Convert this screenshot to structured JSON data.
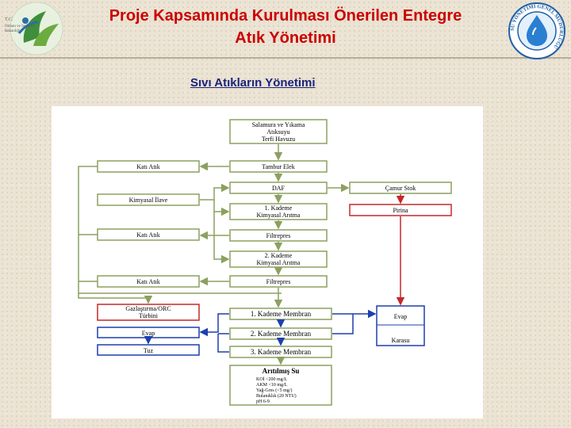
{
  "header": {
    "title_line1": "Proje Kapsamında Kurulması Önerilen Entegre",
    "title_line2": "Atık Yönetimi",
    "left_logo_text": [
      "T.C.",
      "Orman ve Su İşleri",
      "Bakanlığı"
    ],
    "right_logo_text": "SU YÖNETİMİ GENEL MÜDÜRLÜĞÜ"
  },
  "subtitle": "Sıvı Atıkların Yönetimi",
  "diagram": {
    "main": {
      "source": [
        "Salamura ve Yıkama",
        "Atıksuyu",
        "Terfi Havuzu"
      ],
      "tambur": "Tambur Elek",
      "daf": "DAF",
      "kademe1": [
        "1. Kademe",
        "Kimyasal Arıtma"
      ],
      "filtrepres1": "Filtrepres",
      "kademe2": [
        "2. Kademe",
        "Kimyasal Arıtma"
      ],
      "filtrepres2": "Filtrepres",
      "membran1": "1. Kademe Membran",
      "membran2": "2. Kademe Membran",
      "membran3": "3. Kademe Membran",
      "output_title": "Arıtılmış Su",
      "output_lines": [
        "KOİ <200 mg/L",
        "AKM <10 mg/L",
        "Yağ-Gres (<5 mg/)",
        "Bulanıklık (20 NTU)",
        "pH 6-9"
      ]
    },
    "left": {
      "kati1": "Katı Atık",
      "kimyasal": "Kimyasal İlave",
      "kati2": "Katı Atık",
      "kati3": "Katı Atık",
      "gaz": [
        "Gazlaştırma/ORC",
        "Türbini"
      ],
      "evap": "Evap",
      "tuz": "Tuz"
    },
    "right": {
      "camur": "Çamur Stok",
      "pirina": "Pirina",
      "evap": "Evap",
      "karasu": "Karasu"
    }
  }
}
